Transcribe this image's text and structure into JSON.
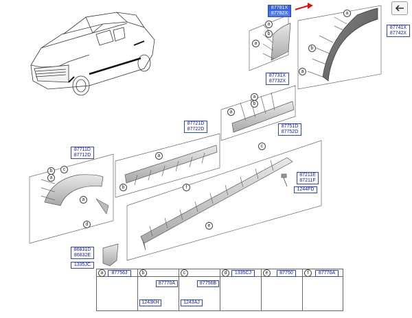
{
  "back_button": {
    "icon": "arrow-left-icon"
  },
  "accent_color": "#3a63e6",
  "callouts": {
    "group_87781": {
      "top": "87781X",
      "bottom": "87782X",
      "selected": true
    },
    "group_87741": {
      "top": "87741X",
      "bottom": "87742X"
    },
    "group_87731": {
      "top": "87731X",
      "bottom": "87732X"
    },
    "group_87721": {
      "top": "87721D",
      "bottom": "87722D"
    },
    "group_87751": {
      "top": "87751D",
      "bottom": "87752D"
    },
    "group_87711": {
      "top": "87711D",
      "bottom": "87712D"
    },
    "group_87211": {
      "top": "87211E",
      "bottom": "87211F"
    },
    "part_1244fd": "1244FD",
    "group_86831": {
      "top": "86831D",
      "bottom": "86832E"
    },
    "part_1335jc": "1335JC"
  },
  "letters": {
    "a": "a",
    "b": "b",
    "c": "c",
    "d": "d",
    "e": "e",
    "f": "f"
  },
  "legend": [
    {
      "letter": "a",
      "parts": [
        "87756J"
      ]
    },
    {
      "letter": "b",
      "parts": [
        "87770A",
        "1243KH"
      ]
    },
    {
      "letter": "c",
      "parts": [
        "87756B",
        "1243AJ"
      ]
    },
    {
      "letter": "d",
      "parts": [
        "1335CJ"
      ]
    },
    {
      "letter": "e",
      "parts": [
        "87750"
      ]
    },
    {
      "letter": "f",
      "parts": [
        "87770A"
      ]
    }
  ]
}
